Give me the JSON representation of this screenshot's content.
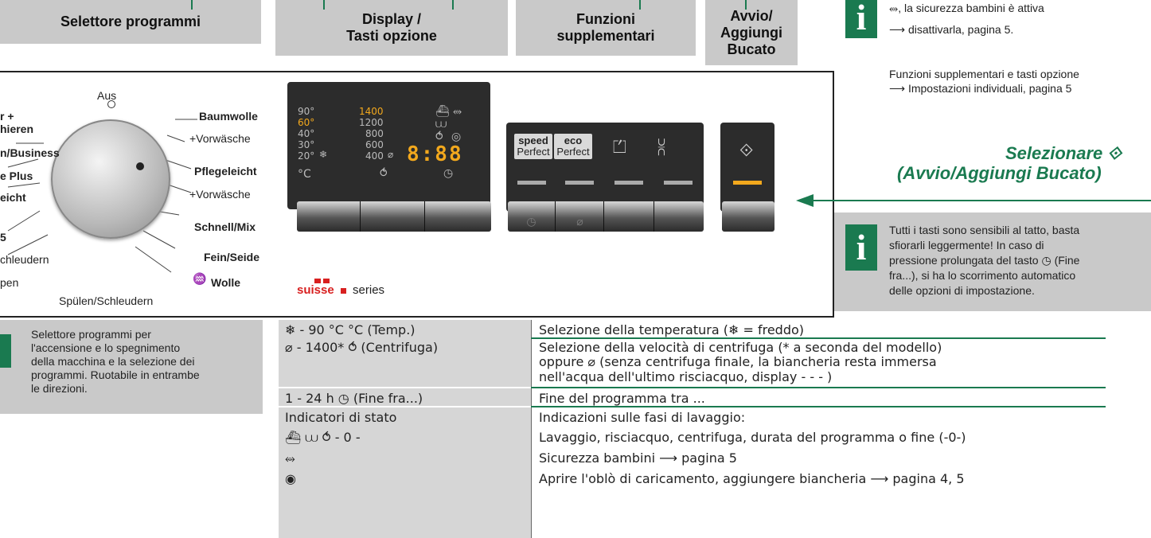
{
  "headers": {
    "selector": "Selettore programmi",
    "display": "Display /\nTasti opzione",
    "functions": "Funzioni\nsupplementari",
    "start": "Avvio/\nAggiungi\nBucato"
  },
  "dial": {
    "labels_left": [
      "r +",
      "hieren",
      "n/Business",
      "e Plus",
      "eicht",
      "5",
      "chleudern",
      "pen"
    ],
    "top": "Aus",
    "bottom": "Spülen/Schleudern",
    "labels_right": [
      "Baumwolle",
      "+Vorwäsche",
      "Pflegeleicht",
      "+Vorwäsche",
      "Schnell/Mix",
      "Fein/Seide",
      "Wolle"
    ]
  },
  "display": {
    "temps": [
      "90°",
      "60°",
      "40°",
      "30°",
      "20°"
    ],
    "temp_unit": "°C",
    "speeds": [
      "1400",
      "1200",
      "800",
      "600",
      "400"
    ],
    "digits": "8:88"
  },
  "buttons": {
    "speed": [
      "speed",
      "Perfect"
    ],
    "eco": [
      "eco",
      "Perfect"
    ]
  },
  "brand": {
    "name": "suisse",
    "suffix": "series"
  },
  "right": {
    "note1": [
      "⥈, la sicurezza bambini è attiva",
      "⟶ disattivarla, pagina 5."
    ],
    "note1_page": "pagina 5",
    "note2": [
      "Funzioni supplementari e tasti opzione",
      "⟶ Impostazioni individuali, pagina 5"
    ],
    "heading": [
      "Selezionare ⟐",
      "(Avvio/Aggiungi Bucato)"
    ],
    "note3": [
      "Tutti i tasti sono sensibili al tatto, basta",
      "sfiorarli leggermente! In caso di",
      "pressione prolungata del tasto ◷ (Fine",
      "fra...), si ha lo scorrimento automatico",
      "delle opzioni di impostazione."
    ]
  },
  "left_note": [
    "Selettore programmi per",
    "l'accensione e lo spegnimento",
    "della macchina e la selezione dei",
    "programmi. Ruotabile in entrambe",
    "le direzioni."
  ],
  "table": [
    {
      "c1": "❄ - 90 °C    °C (Temp.)",
      "c2": [
        "Selezione della temperatura  (❄ = freddo)"
      ]
    },
    {
      "c1": "⌀ - 1400*    ⥀ (Centrifuga)",
      "c2": [
        "Selezione della velocità di centrifuga (* a seconda del modello)",
        "oppure ⌀ (senza centrifuga finale, la biancheria resta immersa",
        "nell'acqua dell'ultimo risciacquo, display - - - )"
      ]
    },
    {
      "c1": "1 - 24 h      ◷ (Fine fra...)",
      "c2": [
        "Fine del programma tra ..."
      ]
    },
    {
      "c1": "Indicatori di stato",
      "c2": [
        "Indicazioni sulle fasi di lavaggio:"
      ]
    },
    {
      "c1": "⛴  ⩊  ⥀  - 0 -",
      "c2": [
        "Lavaggio, risciacquo, centrifuga, durata del programma o fine (-0-)"
      ]
    },
    {
      "c1": "⥈",
      "c2": [
        "Sicurezza bambini ⟶ pagina 5"
      ]
    },
    {
      "c1": "◉",
      "c2": [
        "Aprire l'oblò di caricamento, aggiungere biancheria ⟶ pagina 4, 5"
      ]
    }
  ]
}
